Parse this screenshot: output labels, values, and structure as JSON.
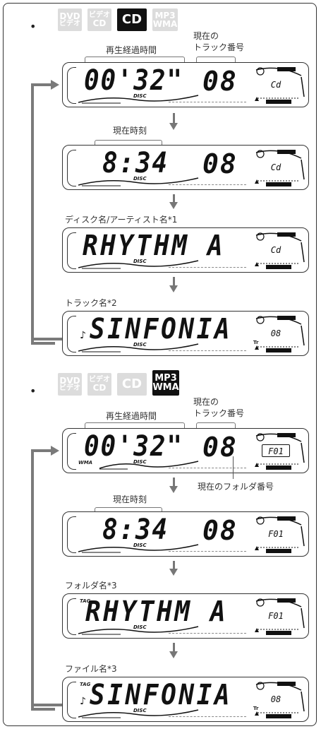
{
  "modes": {
    "dvd": "DVD",
    "dvd_sub": "ビデオ",
    "vcd": "ビデオ",
    "vcd_sub": "CD",
    "cd": "CD",
    "mp3": "MP3",
    "wma": "WMA"
  },
  "bullet": "•",
  "labels": {
    "elapsed": "再生経過時間",
    "current_track_1": "現在の",
    "current_track_2": "トラック番号",
    "clock": "現在時刻",
    "disc_artist": "ディスク名/アーティスト名*1",
    "track_name": "トラック名*2",
    "folder_number": "現在のフォルダ番号",
    "folder_name": "フォルダ名*3",
    "file_name": "ファイル名*3"
  },
  "cd_section": {
    "displays": [
      {
        "main": "00'32\"",
        "track": "08",
        "mini": "Cd"
      },
      {
        "main": "8:34",
        "track": "08",
        "mini": "Cd"
      },
      {
        "main": "RHYTHM  A",
        "mini": "Cd"
      },
      {
        "main": "SINFONIA",
        "mini": "08"
      }
    ]
  },
  "mp3_section": {
    "displays": [
      {
        "main": "00'32\"",
        "track": "08",
        "mini": "F01"
      },
      {
        "main": "8:34",
        "track": "08",
        "mini": "F01"
      },
      {
        "main": "RHYTHM  A",
        "mini": "F01"
      },
      {
        "main": "SINFONIA",
        "mini": "08"
      }
    ]
  },
  "small_marks": {
    "disc": "DISC",
    "tag": "TAG",
    "tr": "Tr",
    "wma": "WMA",
    "note": "♪"
  }
}
